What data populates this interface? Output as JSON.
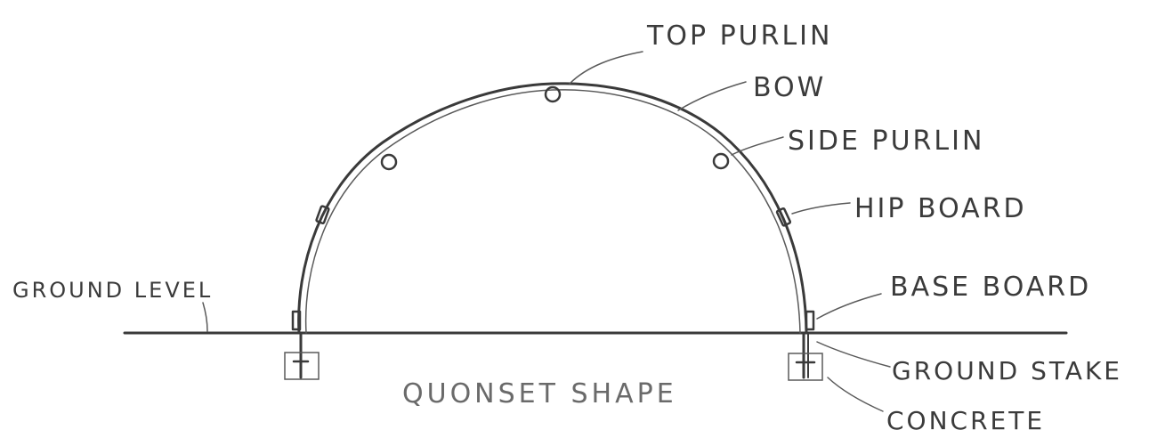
{
  "diagram": {
    "labels": {
      "top_purlin": "TOP PURLIN",
      "bow": "BOW",
      "side_purlin": "SIDE PURLIN",
      "hip_board": "HIP BOARD",
      "base_board": "BASE BOARD",
      "ground_level": "GROUND LEVEL",
      "ground_stake": "GROUND STAKE",
      "concrete": "CONCRETE",
      "caption": "QUONSET SHAPE"
    },
    "colors": {
      "ink": "#3a3a3a",
      "background": "#ffffff"
    }
  }
}
